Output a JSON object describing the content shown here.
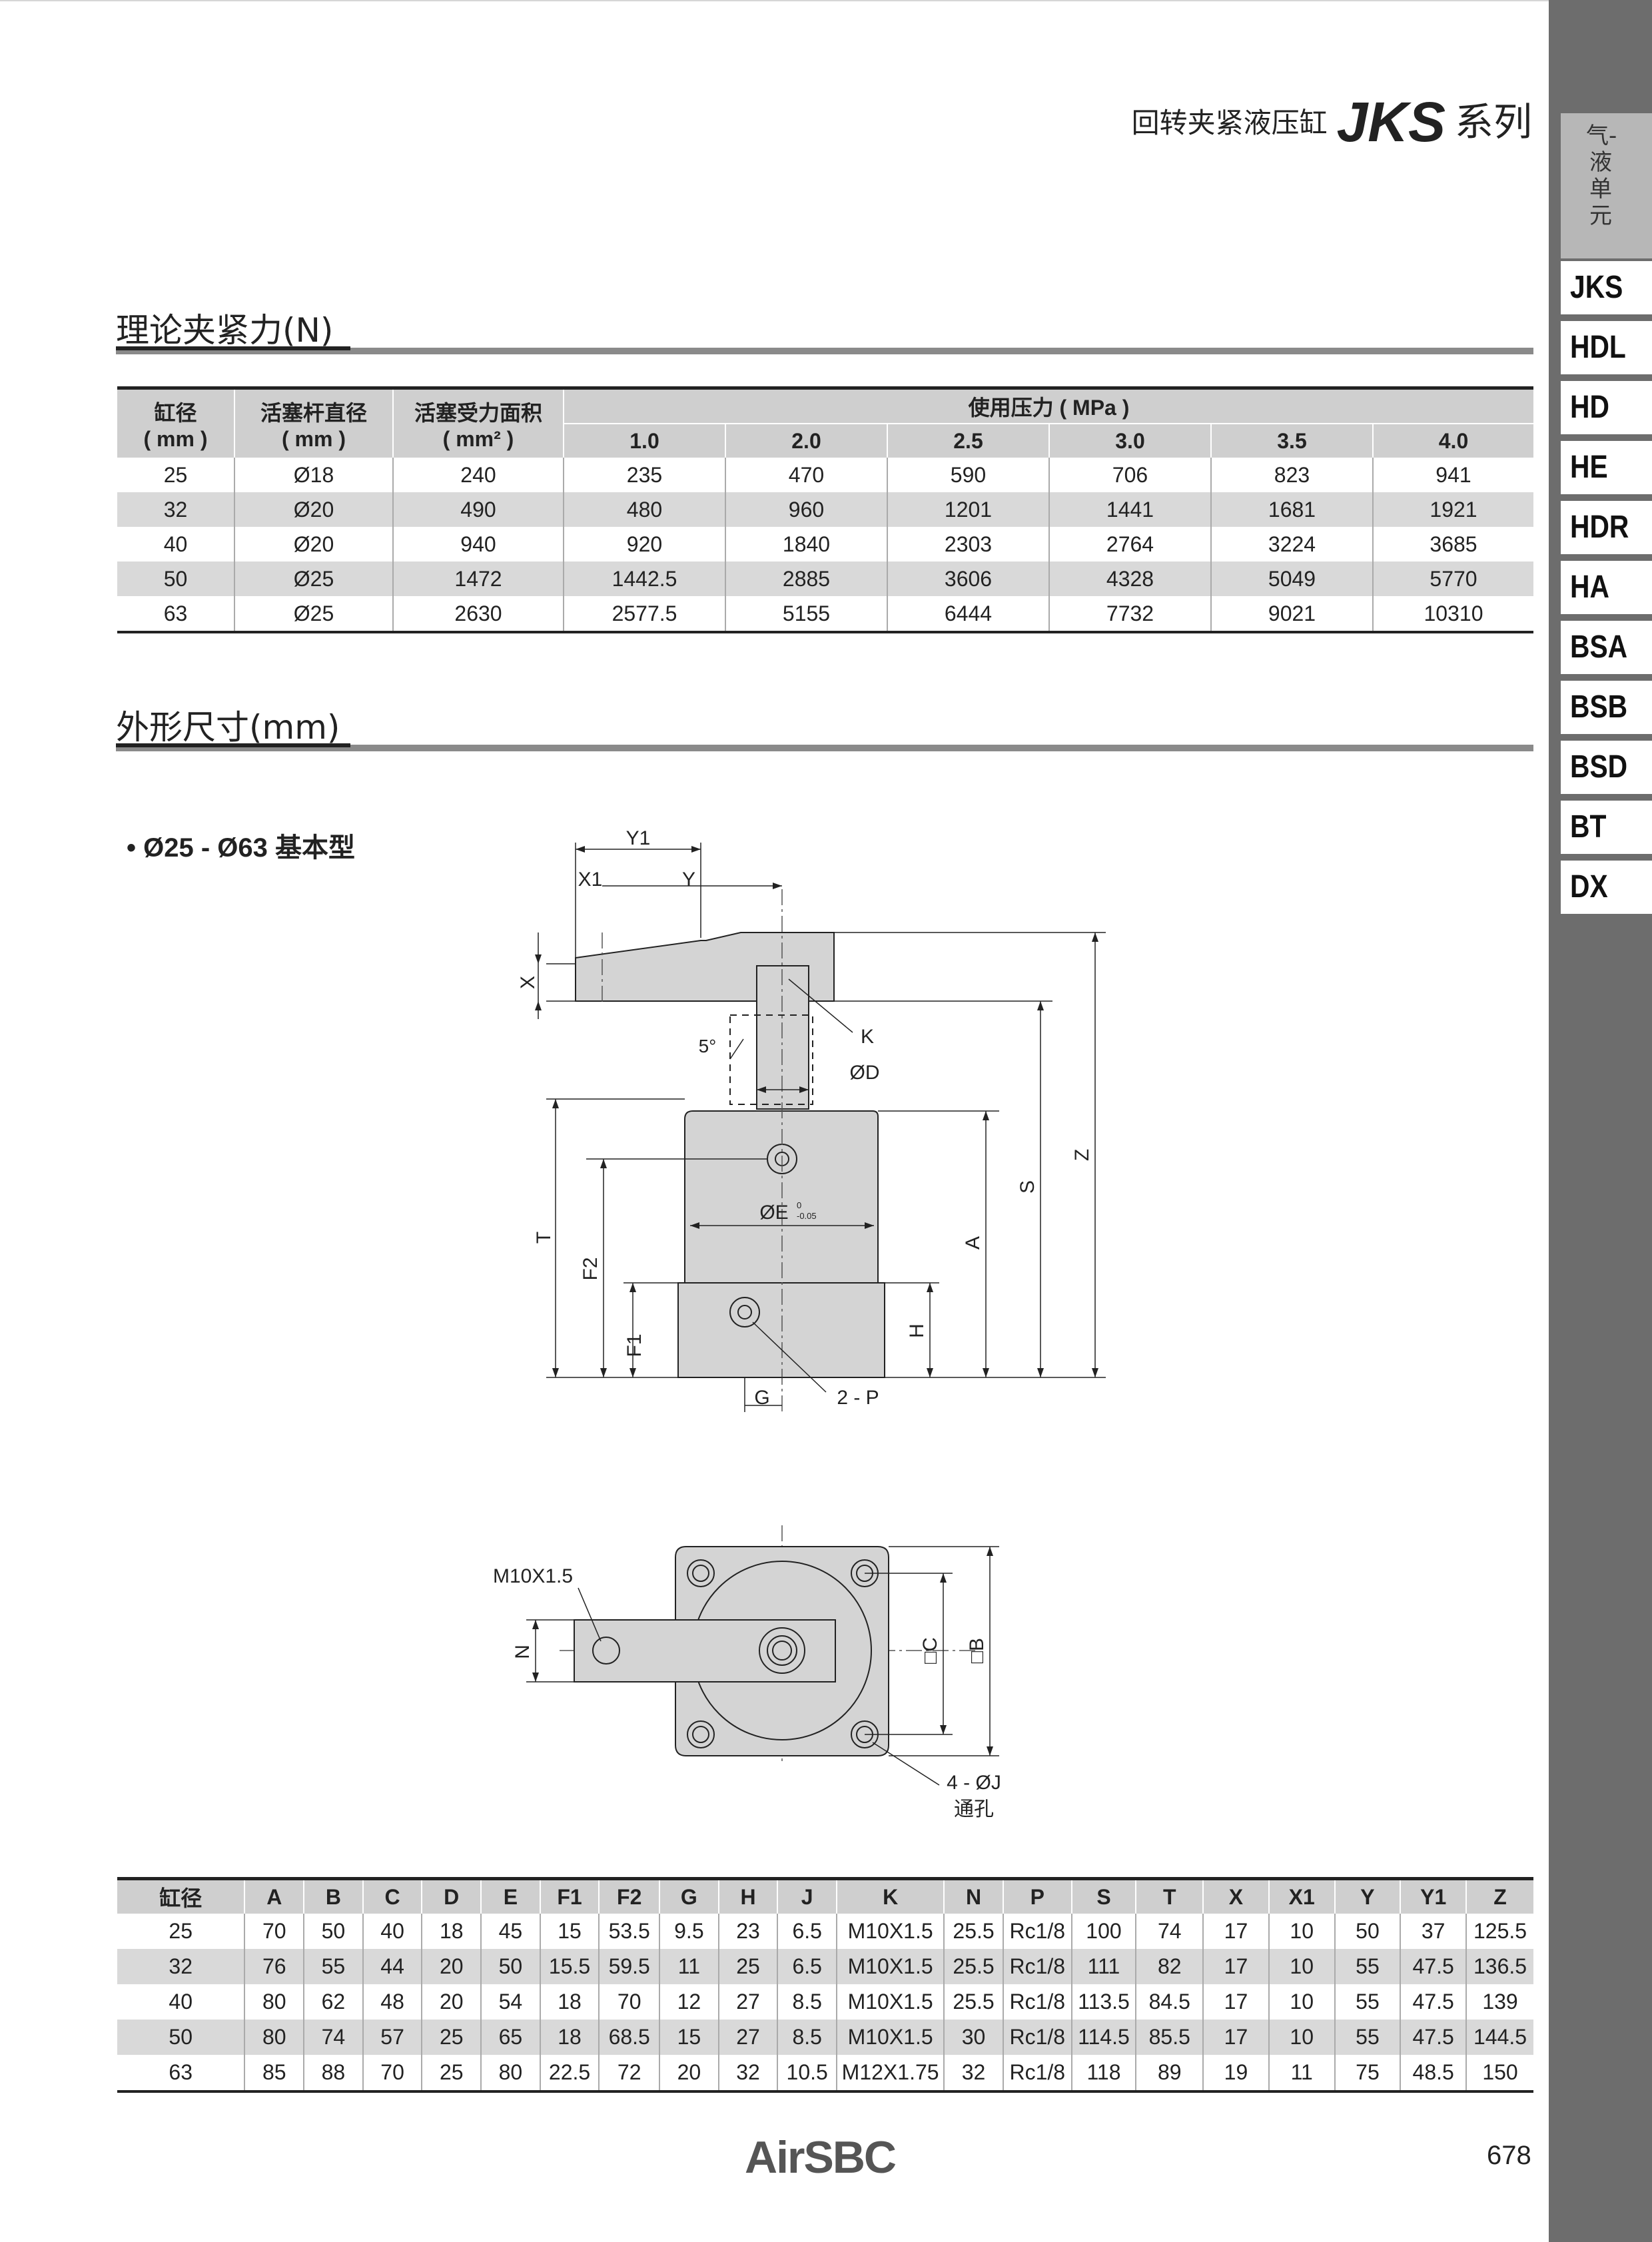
{
  "header": {
    "title_cn": "回转夹紧液压缸",
    "series_code": "JKS",
    "series_suffix": "系列"
  },
  "sidebar": {
    "category": "气-液单元",
    "items": [
      "JKS",
      "HDL",
      "HD",
      "HE",
      "HDR",
      "HA",
      "BSA",
      "BSB",
      "BSD",
      "BT",
      "DX"
    ]
  },
  "force_section": {
    "title": "理论夹紧力(N)",
    "headers": {
      "bore": "缸径",
      "bore_unit": "( mm )",
      "rod": "活塞杆直径",
      "rod_unit": "( mm )",
      "area": "活塞受力面积",
      "area_unit": "( mm² )",
      "pressure": "使用压力 ( MPa )",
      "pressures": [
        "1.0",
        "2.0",
        "2.5",
        "3.0",
        "3.5",
        "4.0"
      ]
    },
    "rows": [
      [
        "25",
        "Ø18",
        "240",
        "235",
        "470",
        "590",
        "706",
        "823",
        "941"
      ],
      [
        "32",
        "Ø20",
        "490",
        "480",
        "960",
        "1201",
        "1441",
        "1681",
        "1921"
      ],
      [
        "40",
        "Ø20",
        "940",
        "920",
        "1840",
        "2303",
        "2764",
        "3224",
        "3685"
      ],
      [
        "50",
        "Ø25",
        "1472",
        "1442.5",
        "2885",
        "3606",
        "4328",
        "5049",
        "5770"
      ],
      [
        "63",
        "Ø25",
        "2630",
        "2577.5",
        "5155",
        "6444",
        "7732",
        "9021",
        "10310"
      ]
    ]
  },
  "dimension_section": {
    "title": "外形尺寸(mm)",
    "model_label": "• Ø25 - Ø63 基本型",
    "drawing_labels": {
      "y1": "Y1",
      "x1": "X1",
      "y": "Y",
      "x": "X",
      "angle": "5°",
      "k": "K",
      "d": "ØD",
      "t": "T",
      "f2": "F2",
      "f1": "F1",
      "e": "ØE",
      "e_tol": "-0.05",
      "e_tol2": "0",
      "a": "A",
      "s": "S",
      "z": "Z",
      "h": "H",
      "g": "G",
      "p": "2 - P",
      "thread": "M10X1.5",
      "n": "N",
      "c": "□C",
      "b": "□B",
      "j": "4 - ØJ",
      "through": "通孔"
    },
    "table_headers": [
      "缸径",
      "A",
      "B",
      "C",
      "D",
      "E",
      "F1",
      "F2",
      "G",
      "H",
      "J",
      "K",
      "N",
      "P",
      "S",
      "T",
      "X",
      "X1",
      "Y",
      "Y1",
      "Z"
    ],
    "table_rows": [
      [
        "25",
        "70",
        "50",
        "40",
        "18",
        "45",
        "15",
        "53.5",
        "9.5",
        "23",
        "6.5",
        "M10X1.5",
        "25.5",
        "Rc1/8",
        "100",
        "74",
        "17",
        "10",
        "50",
        "37",
        "125.5"
      ],
      [
        "32",
        "76",
        "55",
        "44",
        "20",
        "50",
        "15.5",
        "59.5",
        "11",
        "25",
        "6.5",
        "M10X1.5",
        "25.5",
        "Rc1/8",
        "111",
        "82",
        "17",
        "10",
        "55",
        "47.5",
        "136.5"
      ],
      [
        "40",
        "80",
        "62",
        "48",
        "20",
        "54",
        "18",
        "70",
        "12",
        "27",
        "8.5",
        "M10X1.5",
        "25.5",
        "Rc1/8",
        "113.5",
        "84.5",
        "17",
        "10",
        "55",
        "47.5",
        "139"
      ],
      [
        "50",
        "80",
        "74",
        "57",
        "25",
        "65",
        "18",
        "68.5",
        "15",
        "27",
        "8.5",
        "M10X1.5",
        "30",
        "Rc1/8",
        "114.5",
        "85.5",
        "17",
        "10",
        "55",
        "47.5",
        "144.5"
      ],
      [
        "63",
        "85",
        "88",
        "70",
        "25",
        "80",
        "22.5",
        "72",
        "20",
        "32",
        "10.5",
        "M12X1.75",
        "32",
        "Rc1/8",
        "118",
        "89",
        "19",
        "11",
        "75",
        "48.5",
        "150"
      ]
    ]
  },
  "footer": {
    "logo": "AirSBC",
    "page": "678"
  }
}
